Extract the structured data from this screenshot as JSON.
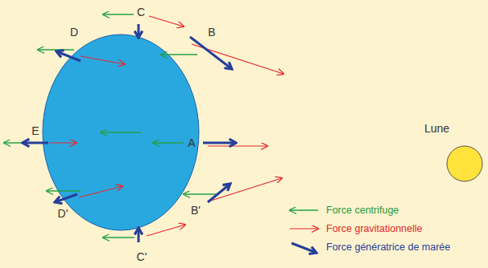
{
  "diagram": {
    "nodes": [
      {
        "text": [
          "Lune"
        ]
      }
    ],
    "labels": [
      "C",
      "B",
      "D",
      "E",
      "A",
      "B'",
      "D'",
      "C'"
    ],
    "legend": [
      {
        "text": "Force centrifuge"
      },
      {
        "text": "Force gravitationnelle"
      },
      {
        "text": "Force génératrice de marée"
      }
    ]
  }
}
